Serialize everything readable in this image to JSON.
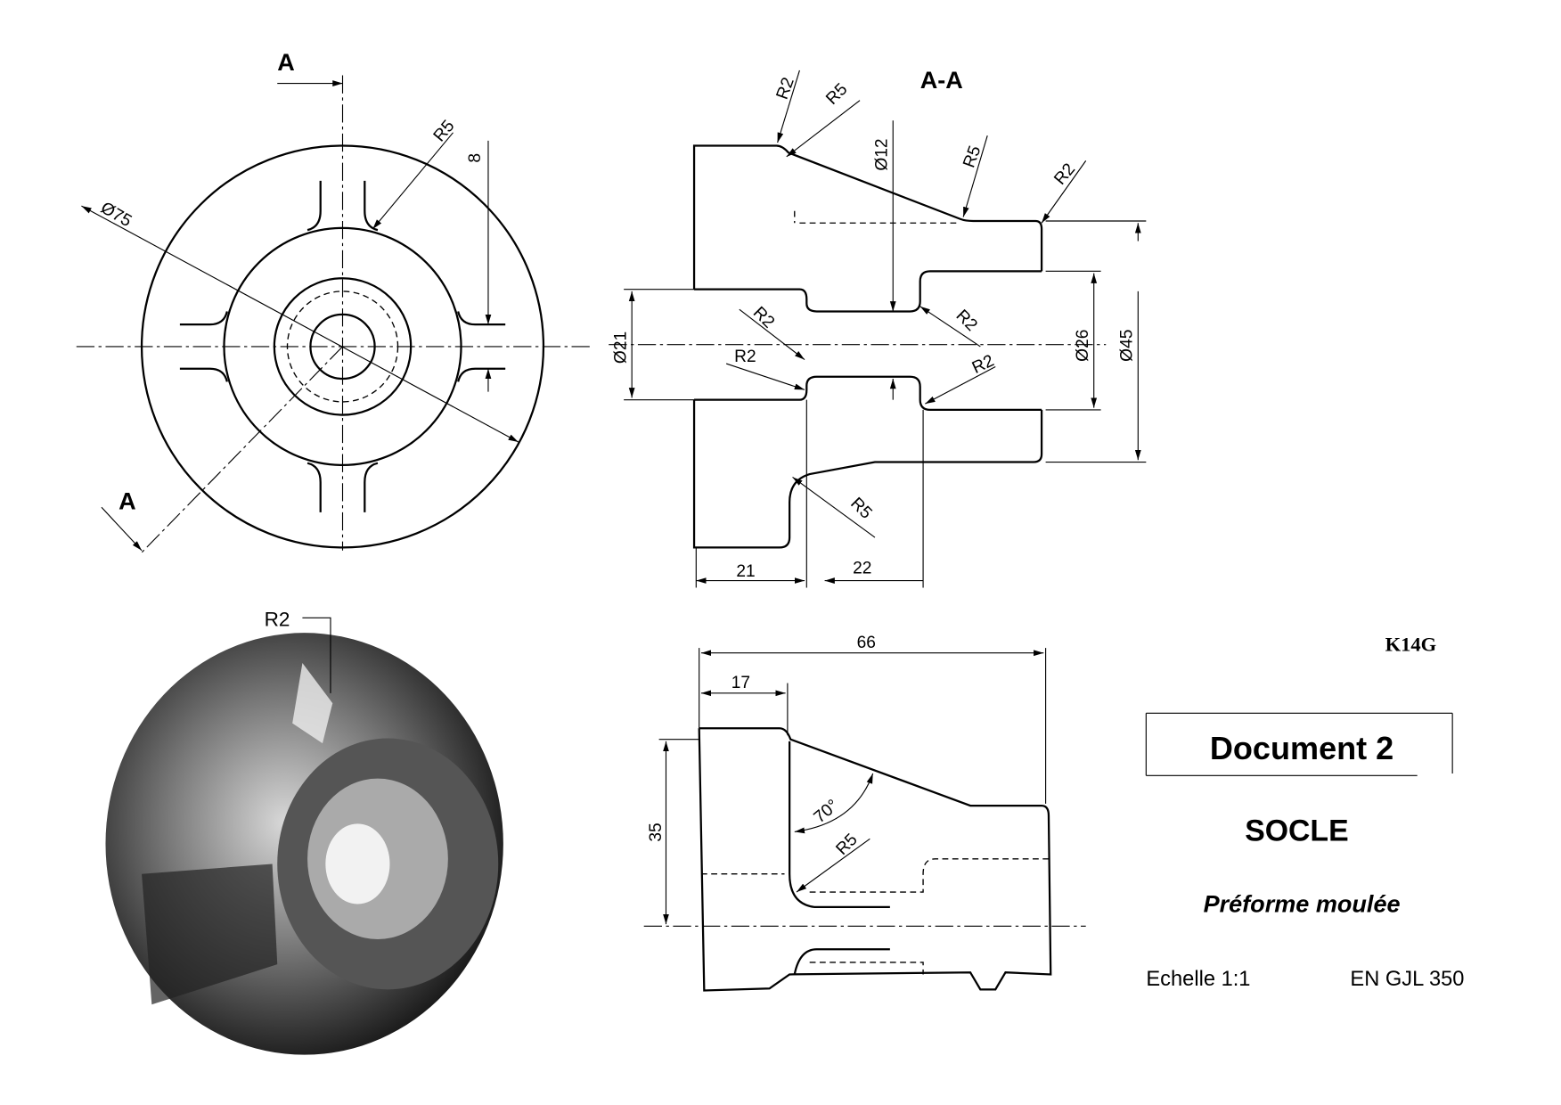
{
  "front_view": {
    "section_mark_top": "A",
    "section_mark_bottom": "A",
    "dia_outer": "Ø75",
    "fillet": "R5",
    "rib_width": "8"
  },
  "section_view": {
    "title": "A-A",
    "r2_top": "R2",
    "r5_top": "R5",
    "dia_mid": "Ø12",
    "r5_slope": "R5",
    "r2_right": "R2",
    "r2_inner_a": "R2",
    "r2_inner_b": "R2",
    "r2_inner_c": "R2",
    "r2_inner_d": "R2",
    "dia_left": "Ø21",
    "dia_right": "Ø26",
    "dia_outer": "Ø45",
    "r5_bottom": "R5",
    "len_left": "21",
    "len_mid": "22"
  },
  "photo": {
    "fillet": "R2"
  },
  "side_view": {
    "len_total": "66",
    "len_flange": "17",
    "height": "35",
    "angle": "70°",
    "fillet": "R5"
  },
  "title_block": {
    "code": "K14G",
    "document": "Document  2",
    "part_name": "SOCLE",
    "subtitle": "Préforme moulée",
    "scale": "Echelle 1:1",
    "material": "EN GJL 350"
  }
}
